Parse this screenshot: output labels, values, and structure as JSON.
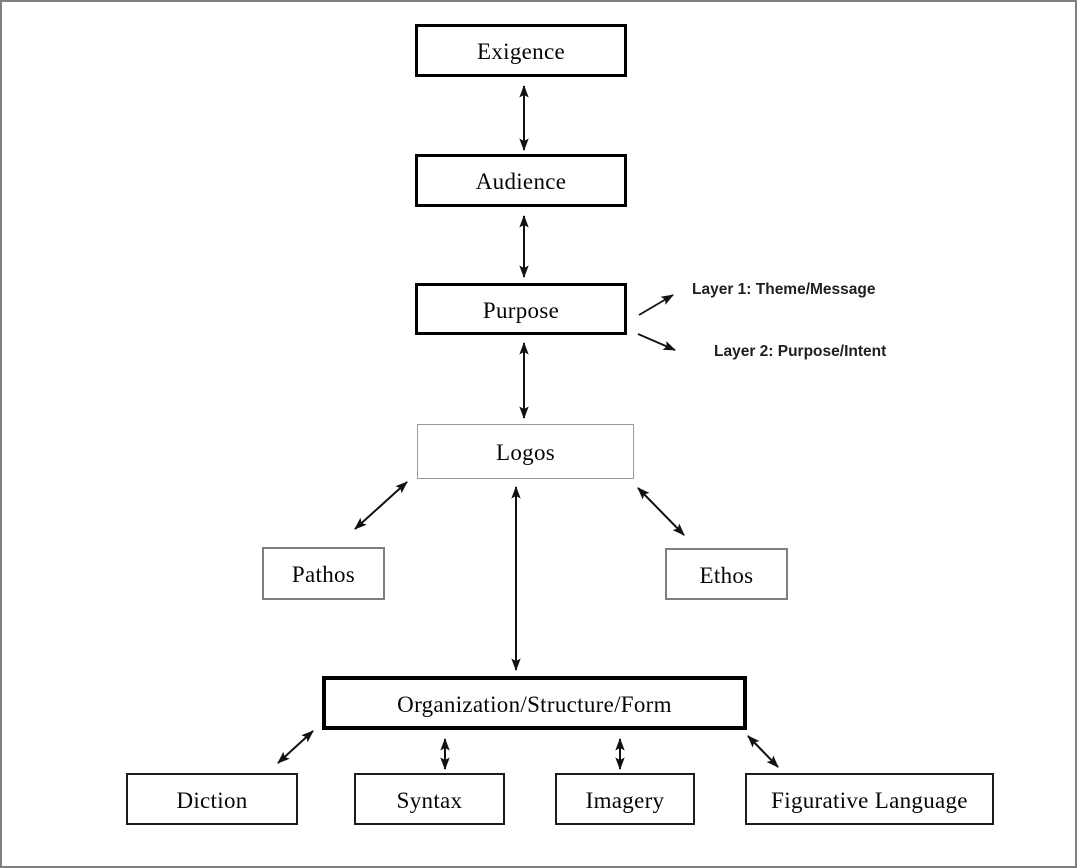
{
  "palette": {
    "ink": "#000000",
    "frame_gray": "#808080",
    "thin_border_gray": "#9a9a9a",
    "mid_border_gray": "#7f7f7f",
    "arrow_color": "#121212",
    "background": "#ffffff"
  },
  "diagram": {
    "nodes": [
      {
        "id": "exigence",
        "label": "Exigence"
      },
      {
        "id": "audience",
        "label": "Audience"
      },
      {
        "id": "purpose",
        "label": "Purpose"
      },
      {
        "id": "logos",
        "label": "Logos"
      },
      {
        "id": "pathos",
        "label": "Pathos"
      },
      {
        "id": "ethos",
        "label": "Ethos"
      },
      {
        "id": "organization",
        "label": "Organization/Structure/Form"
      },
      {
        "id": "diction",
        "label": "Diction"
      },
      {
        "id": "syntax",
        "label": "Syntax"
      },
      {
        "id": "imagery",
        "label": "Imagery"
      },
      {
        "id": "figurative-language",
        "label": "Figurative Language"
      }
    ],
    "annotations": [
      {
        "id": "layer1",
        "label": "Layer 1: Theme/Message"
      },
      {
        "id": "layer2",
        "label": "Layer 2: Purpose/Intent"
      }
    ],
    "connections": [
      {
        "from": "exigence",
        "to": "audience",
        "style": "double-arrow"
      },
      {
        "from": "audience",
        "to": "purpose",
        "style": "double-arrow"
      },
      {
        "from": "purpose",
        "to": "logos",
        "style": "double-arrow"
      },
      {
        "from": "logos",
        "to": "pathos",
        "style": "double-arrow"
      },
      {
        "from": "logos",
        "to": "ethos",
        "style": "double-arrow"
      },
      {
        "from": "logos",
        "to": "organization",
        "style": "double-arrow"
      },
      {
        "from": "organization",
        "to": "diction",
        "style": "double-arrow"
      },
      {
        "from": "organization",
        "to": "syntax",
        "style": "double-arrow"
      },
      {
        "from": "organization",
        "to": "imagery",
        "style": "double-arrow"
      },
      {
        "from": "organization",
        "to": "figurative-language",
        "style": "double-arrow"
      },
      {
        "from": "purpose",
        "to": "layer1",
        "style": "single-arrow"
      },
      {
        "from": "purpose",
        "to": "layer2",
        "style": "single-arrow"
      }
    ]
  }
}
